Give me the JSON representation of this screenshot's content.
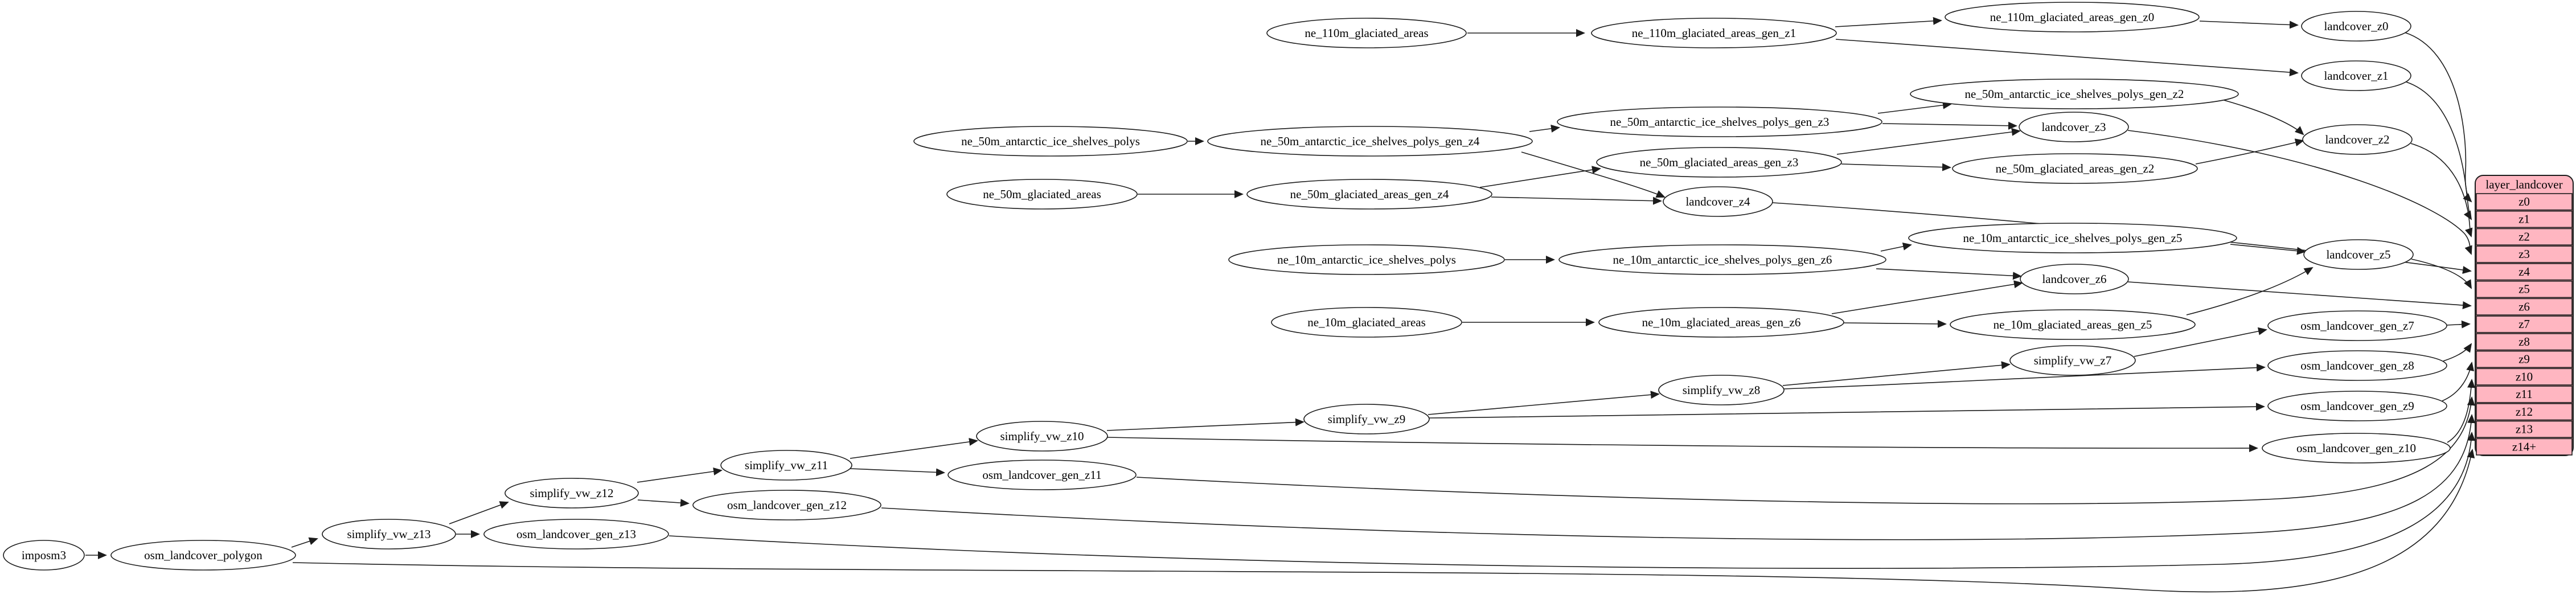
{
  "diagram_type": "dependency-graph",
  "colors": {
    "background": "#ffffff",
    "node_fill": "#ffffff",
    "node_stroke": "#1c1c1c",
    "edge": "#1c1c1c",
    "table_fill": "#ffb6c1",
    "table_stroke": "#1c1c1c",
    "text": "#000000"
  },
  "nodes": {
    "imposm3": {
      "label": "imposm3"
    },
    "osm_landcover_polygon": {
      "label": "osm_landcover_polygon"
    },
    "simplify_vw_z13": {
      "label": "simplify_vw_z13"
    },
    "osm_landcover_gen_z13": {
      "label": "osm_landcover_gen_z13"
    },
    "simplify_vw_z12": {
      "label": "simplify_vw_z12"
    },
    "osm_landcover_gen_z12": {
      "label": "osm_landcover_gen_z12"
    },
    "simplify_vw_z11": {
      "label": "simplify_vw_z11"
    },
    "osm_landcover_gen_z11": {
      "label": "osm_landcover_gen_z11"
    },
    "simplify_vw_z10": {
      "label": "simplify_vw_z10"
    },
    "simplify_vw_z9": {
      "label": "simplify_vw_z9"
    },
    "simplify_vw_z8": {
      "label": "simplify_vw_z8"
    },
    "simplify_vw_z7": {
      "label": "simplify_vw_z7"
    },
    "osm_landcover_gen_z7": {
      "label": "osm_landcover_gen_z7"
    },
    "osm_landcover_gen_z8": {
      "label": "osm_landcover_gen_z8"
    },
    "osm_landcover_gen_z9": {
      "label": "osm_landcover_gen_z9"
    },
    "osm_landcover_gen_z10": {
      "label": "osm_landcover_gen_z10"
    },
    "ne_110m_glaciated_areas": {
      "label": "ne_110m_glaciated_areas"
    },
    "ne_110m_glaciated_areas_gen_z1": {
      "label": "ne_110m_glaciated_areas_gen_z1"
    },
    "ne_110m_glaciated_areas_gen_z0": {
      "label": "ne_110m_glaciated_areas_gen_z0"
    },
    "landcover_z0": {
      "label": "landcover_z0"
    },
    "landcover_z1": {
      "label": "landcover_z1"
    },
    "landcover_z2": {
      "label": "landcover_z2"
    },
    "landcover_z3": {
      "label": "landcover_z3"
    },
    "landcover_z4": {
      "label": "landcover_z4"
    },
    "landcover_z5": {
      "label": "landcover_z5"
    },
    "landcover_z6": {
      "label": "landcover_z6"
    },
    "ne_50m_antarctic_ice_shelves_polys": {
      "label": "ne_50m_antarctic_ice_shelves_polys"
    },
    "ne_50m_antarctic_ice_shelves_polys_gen_z4": {
      "label": "ne_50m_antarctic_ice_shelves_polys_gen_z4"
    },
    "ne_50m_antarctic_ice_shelves_polys_gen_z3": {
      "label": "ne_50m_antarctic_ice_shelves_polys_gen_z3"
    },
    "ne_50m_antarctic_ice_shelves_polys_gen_z2": {
      "label": "ne_50m_antarctic_ice_shelves_polys_gen_z2"
    },
    "ne_50m_glaciated_areas": {
      "label": "ne_50m_glaciated_areas"
    },
    "ne_50m_glaciated_areas_gen_z4": {
      "label": "ne_50m_glaciated_areas_gen_z4"
    },
    "ne_50m_glaciated_areas_gen_z3": {
      "label": "ne_50m_glaciated_areas_gen_z3"
    },
    "ne_50m_glaciated_areas_gen_z2": {
      "label": "ne_50m_glaciated_areas_gen_z2"
    },
    "ne_10m_antarctic_ice_shelves_polys": {
      "label": "ne_10m_antarctic_ice_shelves_polys"
    },
    "ne_10m_antarctic_ice_shelves_polys_gen_z6": {
      "label": "ne_10m_antarctic_ice_shelves_polys_gen_z6"
    },
    "ne_10m_antarctic_ice_shelves_polys_gen_z5": {
      "label": "ne_10m_antarctic_ice_shelves_polys_gen_z5"
    },
    "ne_10m_glaciated_areas": {
      "label": "ne_10m_glaciated_areas"
    },
    "ne_10m_glaciated_areas_gen_z6": {
      "label": "ne_10m_glaciated_areas_gen_z6"
    },
    "ne_10m_glaciated_areas_gen_z5": {
      "label": "ne_10m_glaciated_areas_gen_z5"
    }
  },
  "table": {
    "title": "layer_landcover",
    "rows": [
      "z0",
      "z1",
      "z2",
      "z3",
      "z4",
      "z5",
      "z6",
      "z7",
      "z8",
      "z9",
      "z10",
      "z11",
      "z12",
      "z13",
      "z14+"
    ]
  }
}
